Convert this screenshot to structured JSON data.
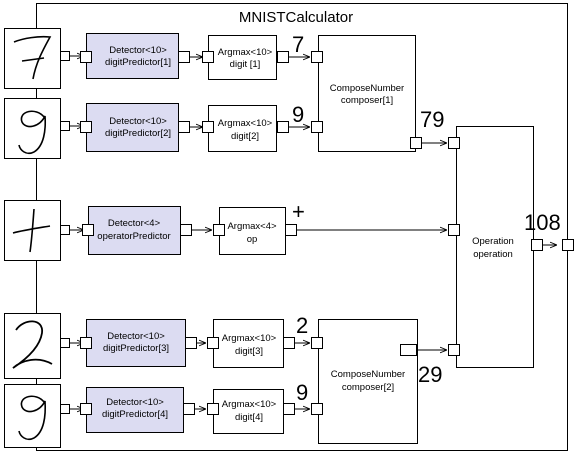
{
  "title": "MNISTCalculator",
  "inputs": [
    {
      "glyph": "7"
    },
    {
      "glyph": "9"
    },
    {
      "glyph": "+"
    },
    {
      "glyph": "2"
    },
    {
      "glyph": "9"
    }
  ],
  "detectors": [
    {
      "line1": "Detector<10>",
      "line2": "digitPredictor[1]"
    },
    {
      "line1": "Detector<10>",
      "line2": "digitPredictor[2]"
    },
    {
      "line1": "Detector<4>",
      "line2": "operatorPredictor"
    },
    {
      "line1": "Detector<10>",
      "line2": "digitPredictor[3]"
    },
    {
      "line1": "Detector<10>",
      "line2": "digitPredictor[4]"
    }
  ],
  "argmaxes": [
    {
      "line1": "Argmax<10>",
      "line2": "digit [1]"
    },
    {
      "line1": "Argmax<10>",
      "line2": "digit[2]"
    },
    {
      "line1": "Argmax<4>",
      "line2": "op"
    },
    {
      "line1": "Argmax<10>",
      "line2": "digit[3]"
    },
    {
      "line1": "Argmax<10>",
      "line2": "digit[4]"
    }
  ],
  "argmax_outputs": [
    "7",
    "9",
    "+",
    "2",
    "9"
  ],
  "composers": [
    {
      "line1": "ComposeNumber",
      "line2": "composer[1]",
      "output": "79"
    },
    {
      "line1": "ComposeNumber",
      "line2": "composer[2]",
      "output": "29"
    }
  ],
  "operation": {
    "line1": "Operation",
    "line2": "operation",
    "output": "108"
  },
  "colors": {
    "detector_fill": "#dcdcf2",
    "line": "#000000",
    "background": "#ffffff"
  }
}
